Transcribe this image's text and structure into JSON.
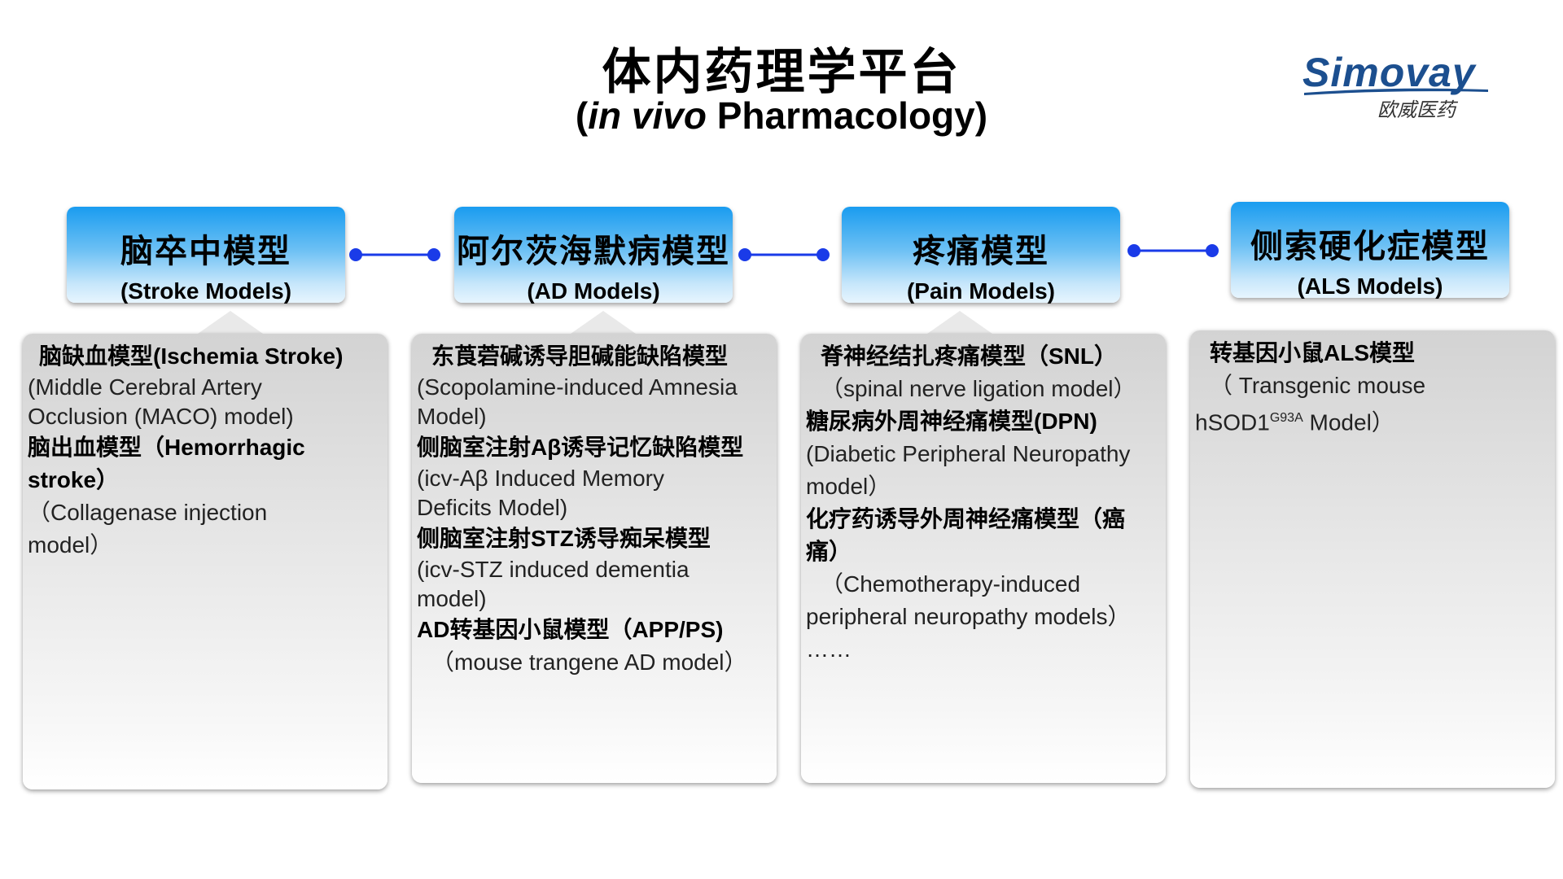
{
  "header": {
    "title_zh": "体内药理学平台",
    "title_en_open": "(",
    "title_en_italic": "in vivo",
    "title_en_rest": " Pharmacology)"
  },
  "logo": {
    "name": "Simovay",
    "sub": "欧威医药",
    "color": "#1c4f8f"
  },
  "colors": {
    "header_blue_top": "#1a9cf0",
    "connector_blue": "#1a3be8",
    "panel_gray": "#d3d3d3"
  },
  "categories": [
    {
      "zh": "脑卒中模型",
      "en": "(Stroke Models)"
    },
    {
      "zh": "阿尔茨海默病模型",
      "en": "(AD Models)"
    },
    {
      "zh": "疼痛模型",
      "en": "(Pain Models)"
    },
    {
      "zh": "侧索硬化症模型",
      "en": "(ALS Models)"
    }
  ],
  "panels": {
    "stroke": {
      "l1": "脑缺血模型(Ischemia Stroke)",
      "l2": "(Middle Cerebral Artery",
      "l3": "Occlusion (MACO) model)",
      "l4": "脑出血模型（Hemorrhagic",
      "l5": "stroke）",
      "l6": "（Collagenase injection",
      "l7": "model）"
    },
    "ad": {
      "l1": "东莨菪碱诱导胆碱能缺陷模型",
      "l2": "(Scopolamine-induced Amnesia",
      "l3": "Model)",
      "l4": "侧脑室注射Aβ诱导记忆缺陷模型",
      "l5": "(icv-Aβ Induced Memory",
      "l6": "Deficits Model)",
      "l7": "侧脑室注射STZ诱导痴呆模型",
      "l8": "(icv-STZ induced dementia",
      "l9": "model)",
      "l10": "AD转基因小鼠模型（APP/PS)",
      "l11": "（mouse trangene AD model）"
    },
    "pain": {
      "l1": "脊神经结扎疼痛模型（SNL）",
      "l2": "（spinal nerve ligation model）",
      "l3": "糖尿病外周神经痛模型(DPN)",
      "l4": "(Diabetic Peripheral Neuropathy",
      "l5": "model）",
      "l6": "化疗药诱导外周神经痛模型（癌",
      "l7": "痛）",
      "l8": "（Chemotherapy-induced",
      "l9": "peripheral neuropathy models）",
      "l10": "……"
    },
    "als": {
      "l1": "转基因小鼠ALS模型",
      "l2": "（ Transgenic mouse",
      "l3_pre": "hSOD1",
      "l3_sup": "G93A",
      "l3_post": " Model）"
    }
  }
}
